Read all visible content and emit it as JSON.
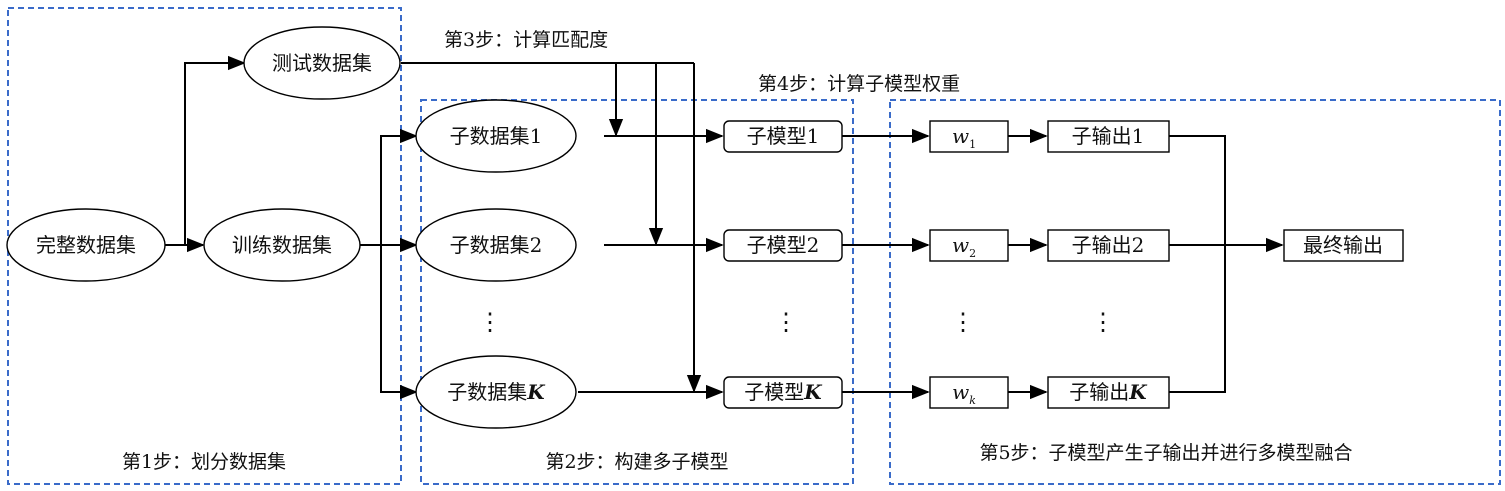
{
  "stages": {
    "step1": "第1步：划分数据集",
    "step2": "第2步：构建多子模型",
    "step3": "第3步：计算匹配度",
    "step4": "第4步：计算子模型权重",
    "step5": "第5步：子模型产生子输出并进行多模型融合"
  },
  "nodes": {
    "full_dataset": "完整数据集",
    "test_dataset": "测试数据集",
    "train_dataset": "训练数据集",
    "subset_prefix": "子数据集",
    "subset_1_index": "1",
    "subset_2_index": "2",
    "subset_k_index": "K",
    "model_prefix": "子模型",
    "model_1_index": "1",
    "model_2_index": "2",
    "model_k_index": "K",
    "weight_symbol": "w",
    "weight_1_sub": "1",
    "weight_2_sub": "2",
    "weight_k_sub": "k",
    "output_prefix": "子输出",
    "output_1_index": "1",
    "output_2_index": "2",
    "output_k_index": "K",
    "final_output": "最终输出",
    "ellipsis": "⋮"
  }
}
